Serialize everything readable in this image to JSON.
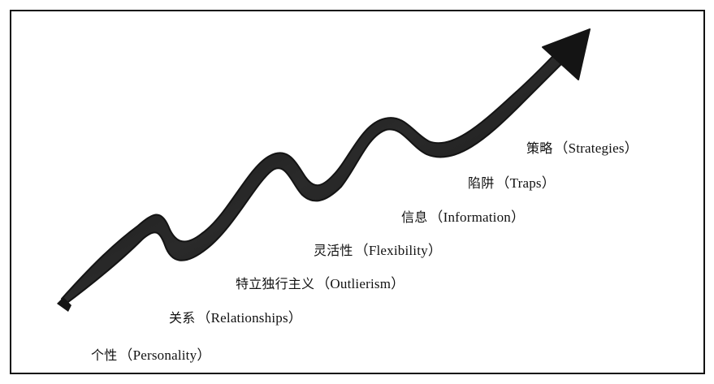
{
  "steps": [
    {
      "zh": "个性",
      "open": "（",
      "en": "Personality",
      "close": "）"
    },
    {
      "zh": "关系",
      "open": "（",
      "en": "Relationships",
      "close": "）"
    },
    {
      "zh": "特立独行主义",
      "open": "（",
      "en": "Outlierism",
      "close": "）"
    },
    {
      "zh": "灵活性",
      "open": "（",
      "en": "Flexibility",
      "close": "）"
    },
    {
      "zh": "信息",
      "open": "（",
      "en": "Information",
      "close": "）"
    },
    {
      "zh": "陷阱",
      "open": "（",
      "en": "Traps",
      "close": "）"
    },
    {
      "zh": "策略",
      "open": "（",
      "en": "Strategies",
      "close": "）"
    }
  ],
  "colors": {
    "arrow": "#141414",
    "arrow_highlight": "#3a3a3a",
    "frame": "#111111",
    "text": "#111111"
  }
}
